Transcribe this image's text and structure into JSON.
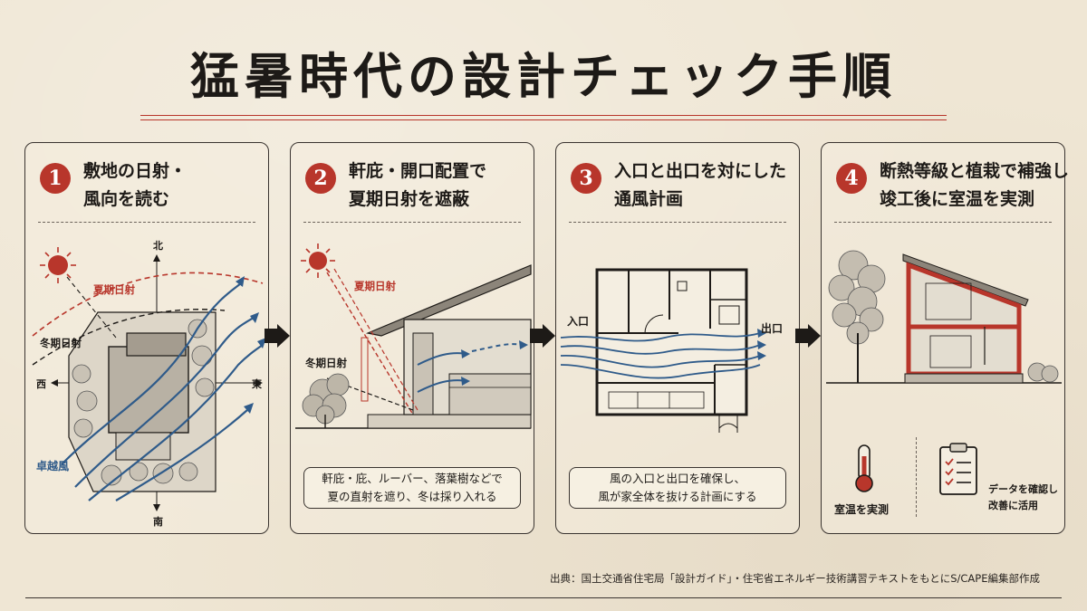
{
  "title": "猛暑時代の設計チェック手順",
  "colors": {
    "accent": "#b8362b",
    "ink": "#1d1a17",
    "wind": "#2f5b8a",
    "paper": "#efe6d4"
  },
  "steps": [
    {
      "number": "1",
      "heading": [
        "敷地の日射・",
        "風向を読む"
      ],
      "labels": {
        "north": "北",
        "south": "南",
        "east": "東",
        "west": "西",
        "summer_sun": "夏期日射",
        "winter_sun": "冬期日射",
        "prevailing_wind": "卓越風"
      }
    },
    {
      "number": "2",
      "heading": [
        "軒庇・開口配置で",
        "夏期日射を遮蔽"
      ],
      "labels": {
        "summer_sun": "夏期日射",
        "winter_sun": "冬期日射"
      },
      "note": [
        "軒庇・庇、ルーバー、落葉樹などで",
        "夏の直射を遮り、冬は採り入れる"
      ]
    },
    {
      "number": "3",
      "heading": [
        "入口と出口を対にした",
        "通風計画"
      ],
      "labels": {
        "inlet": "入口",
        "outlet": "出口"
      },
      "note": [
        "風の入口と出口を確保し、",
        "風が家全体を抜ける計画にする"
      ]
    },
    {
      "number": "4",
      "heading": [
        "断熱等級と植栽で補強し",
        "竣工後に室温を実測"
      ],
      "labels": {
        "measure": "室温を実測",
        "review": [
          "データを確認し",
          "改善に活用"
        ]
      }
    }
  ],
  "source": "出典：国土交通省住宅局「設計ガイド」・住宅省エネルギー技術講習テキストをもとにS/CAPE編集部作成"
}
